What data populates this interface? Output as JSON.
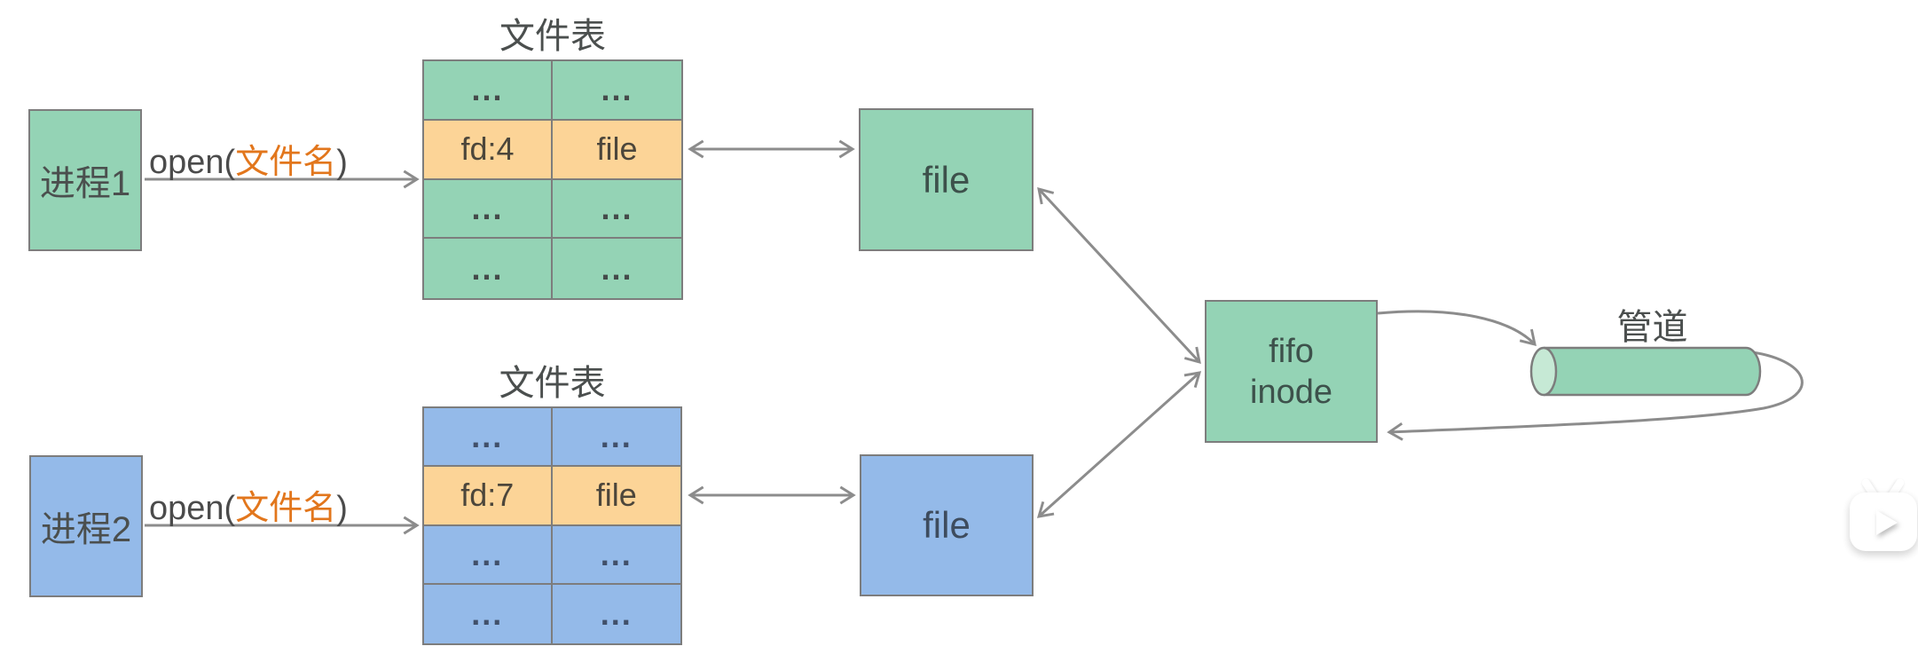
{
  "process1": {
    "label": "进程1"
  },
  "process2": {
    "label": "进程2"
  },
  "open_call": {
    "prefix": "open(",
    "arg": "文件名",
    "suffix": ")"
  },
  "table1": {
    "title": "文件表",
    "rows": [
      [
        "...",
        "..."
      ],
      [
        "fd:4",
        "file"
      ],
      [
        "...",
        "..."
      ],
      [
        "...",
        "..."
      ]
    ],
    "highlight_row_index": 1
  },
  "table2": {
    "title": "文件表",
    "rows": [
      [
        "...",
        "..."
      ],
      [
        "fd:7",
        "file"
      ],
      [
        "...",
        "..."
      ],
      [
        "...",
        "..."
      ]
    ],
    "highlight_row_index": 1
  },
  "file_node_top": {
    "label": "file"
  },
  "file_node_bottom": {
    "label": "file"
  },
  "fifo_inode": {
    "line1": "fifo",
    "line2": "inode"
  },
  "pipe": {
    "label": "管道"
  },
  "colors": {
    "green": "#94d3b5",
    "green_light": "#c6e9d5",
    "blue": "#94bae9",
    "highlight_orange": "#fcd497",
    "orange_text": "#e2761c",
    "box_border_gray": "#7d7d7d",
    "arrow_gray": "#8c8c8c"
  }
}
